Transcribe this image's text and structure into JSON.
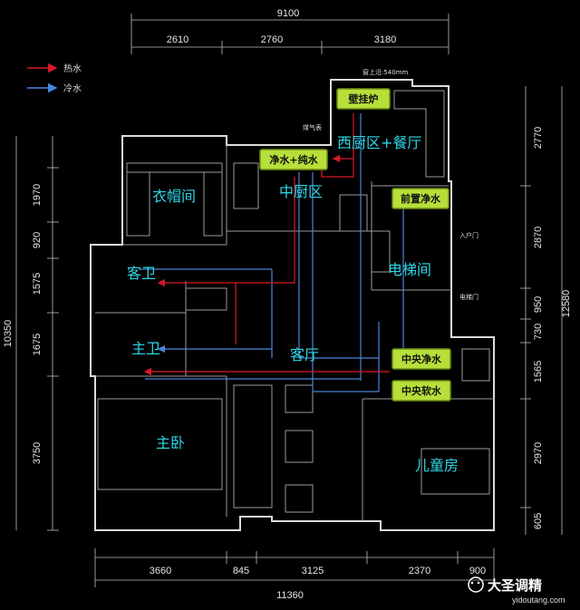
{
  "dimensions": {
    "top_total": "9100",
    "top_segments": [
      "2610",
      "2760",
      "3180"
    ],
    "bottom_total": "11360",
    "bottom_segments": [
      "3660",
      "845",
      "3125",
      "2370",
      "900"
    ],
    "left_total": "10350",
    "left_segments": [
      "1970",
      "920",
      "1575",
      "1675",
      "3750"
    ],
    "right_total": "12580",
    "right_segments": [
      "2770",
      "2870",
      "950",
      "730",
      "1565",
      "2970",
      "605"
    ]
  },
  "legend": {
    "hot_water": "热水",
    "cold_water": "冷水"
  },
  "colors": {
    "hot": "#d9192a",
    "cold": "#4a86d8",
    "room_label": "#2fd6e6",
    "equipment_box": "#b7df3a"
  },
  "rooms": {
    "cloakroom": "衣帽间",
    "middle_kitchen": "中厨区",
    "west_kitchen_dining": "西厨区+餐厅",
    "elevator_hall": "电梯间",
    "guest_bath": "客卫",
    "master_bath": "主卫",
    "living_room": "客厅",
    "master_bedroom": "主卧",
    "kids_room": "儿童房"
  },
  "equipment": {
    "wall_boiler": "壁挂炉",
    "water_purifier": "净水+纯水",
    "pre_filter": "前置净水",
    "central_purifier": "中央净水",
    "central_softener": "中央软水"
  },
  "annotations": {
    "ceiling_height": "窗上沿:540mm",
    "gas_meter": "煤气表",
    "household_door": "入户门",
    "elevator_door": "电梯门"
  },
  "watermark": {
    "name": "大圣调精",
    "url": "yidoutang.com"
  }
}
